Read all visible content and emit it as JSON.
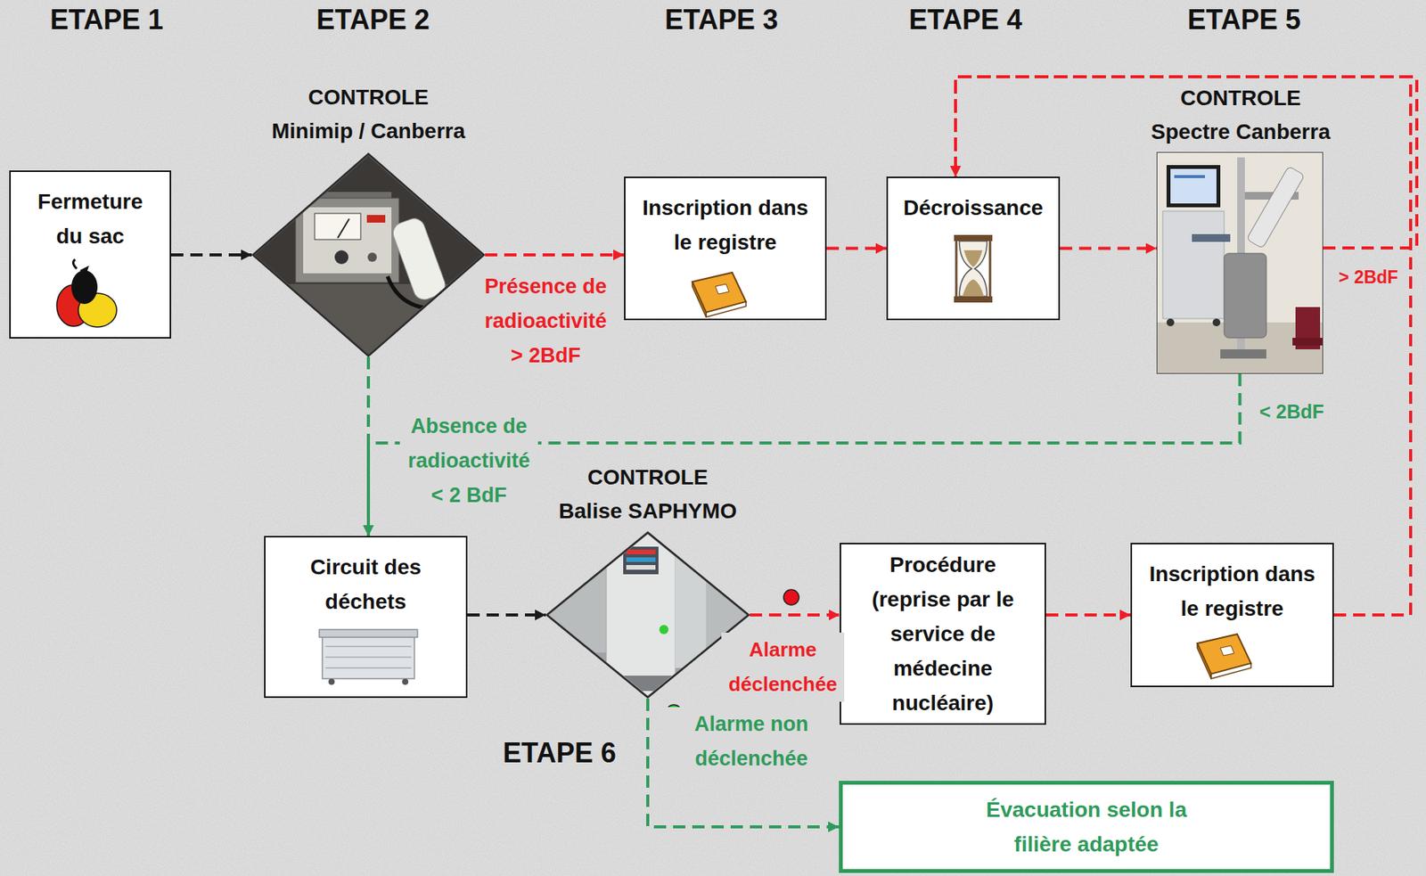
{
  "diagram": {
    "nodes": [
      {
        "text": [
          "Fermeture du sac"
        ]
      },
      {
        "text": [
          "CONTROLE Minimip / Canberra"
        ]
      },
      {
        "text": [
          "Inscription dans le registre"
        ]
      },
      {
        "text": [
          "Décroissance"
        ]
      },
      {
        "text": [
          "CONTROLE Spectre Canberra"
        ]
      },
      {
        "text": [
          "Circuit des déchets"
        ]
      },
      {
        "text": [
          "CONTROLE Balise SAPHYMO"
        ]
      },
      {
        "text": [
          "Procédure (reprise par le service de médecine nucléaire)"
        ]
      },
      {
        "text": [
          "Inscription dans le registre"
        ]
      },
      {
        "text": [
          "Évacuation selon la filière adaptée"
        ]
      }
    ],
    "edges": [
      {
        "from": 0,
        "to": 1,
        "arrow": "to"
      },
      {
        "from": 1,
        "to": 2,
        "label": "Présence de radioactivité > 2BdF",
        "arrow": "to"
      },
      {
        "from": 2,
        "to": 3,
        "arrow": "to"
      },
      {
        "from": 3,
        "to": 4,
        "arrow": "to"
      },
      {
        "from": 4,
        "to": 3,
        "label": "> 2BdF",
        "arrow": "to"
      },
      {
        "from": 1,
        "to": 5,
        "label": "Absence de radioactivité < 2 BdF",
        "arrow": "to"
      },
      {
        "from": 4,
        "to": 5,
        "label": "< 2BdF",
        "arrow": "to"
      },
      {
        "from": 5,
        "to": 6,
        "arrow": "to"
      },
      {
        "from": 6,
        "to": 7,
        "label": "Alarme déclenchée",
        "arrow": "to"
      },
      {
        "from": 7,
        "to": 8,
        "arrow": "to"
      },
      {
        "from": 8,
        "to": 3,
        "arrow": "to"
      },
      {
        "from": 6,
        "to": 9,
        "label": "Alarme non déclenchée",
        "arrow": "to"
      }
    ],
    "labels": [
      "ETAPE 1",
      "ETAPE 2",
      "ETAPE 3",
      "ETAPE 4",
      "ETAPE 5",
      "ETAPE 6"
    ]
  }
}
